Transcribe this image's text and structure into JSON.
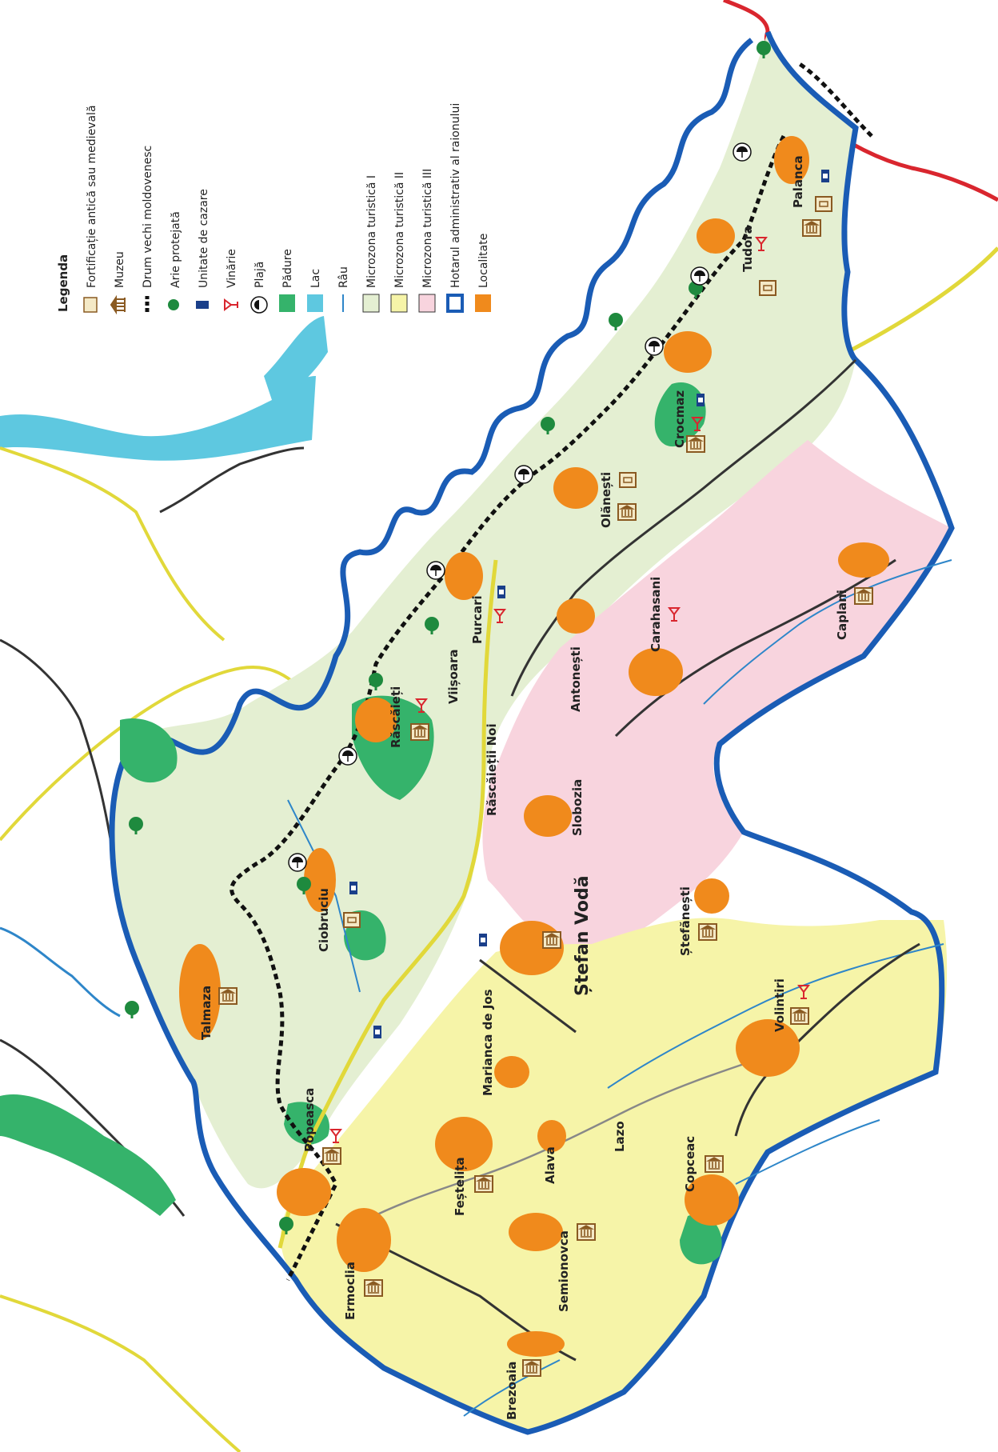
{
  "legend": {
    "title": "Legenda",
    "items": [
      {
        "key": "fortificatie",
        "label": "Fortificație antică sau medievală",
        "icon": "fortification-icon"
      },
      {
        "key": "muzeu",
        "label": "Muzeu",
        "icon": "museum-icon"
      },
      {
        "key": "drum",
        "label": "Drum vechi moldovenesc",
        "icon": "dashed-road-icon"
      },
      {
        "key": "arie",
        "label": "Arie protejată",
        "icon": "tree-icon"
      },
      {
        "key": "cazare",
        "label": "Unitate de cazare",
        "icon": "bed-icon"
      },
      {
        "key": "vinarie",
        "label": "Vinărie",
        "icon": "wine-glass-icon"
      },
      {
        "key": "plaja",
        "label": "Plajă",
        "icon": "beach-umbrella-icon"
      },
      {
        "key": "padure",
        "label": "Pădure",
        "icon": "forest-swatch",
        "color": "#35b36b"
      },
      {
        "key": "lac",
        "label": "Lac",
        "icon": "lake-swatch",
        "color": "#5ec8e0"
      },
      {
        "key": "rau",
        "label": "Râu",
        "icon": "river-line",
        "color": "#2e86c9"
      },
      {
        "key": "mz1",
        "label": "Microzona turistică I",
        "icon": "zone1-swatch",
        "color": "#e4efd2"
      },
      {
        "key": "mz2",
        "label": "Microzona turistică II",
        "icon": "zone2-swatch",
        "color": "#f6f4a8"
      },
      {
        "key": "mz3",
        "label": "Microzona turistică III",
        "icon": "zone3-swatch",
        "color": "#f8d4de"
      },
      {
        "key": "hotar",
        "label": "Hotarul administrativ al raionului",
        "icon": "border-swatch",
        "color": "#1a5cb5"
      },
      {
        "key": "localitate",
        "label": "Localitate",
        "icon": "settlement-swatch",
        "color": "#f08a1c"
      }
    ]
  },
  "towns": [
    {
      "name": "Palanca"
    },
    {
      "name": "Tudora"
    },
    {
      "name": "Crocmaz"
    },
    {
      "name": "Olănești"
    },
    {
      "name": "Caplani"
    },
    {
      "name": "Purcari"
    },
    {
      "name": "Carahasani"
    },
    {
      "name": "Viișoara"
    },
    {
      "name": "Antonești"
    },
    {
      "name": "Răscăieți"
    },
    {
      "name": "Răscăieții Noi"
    },
    {
      "name": "Slobozia"
    },
    {
      "name": "Ștefan Vodă"
    },
    {
      "name": "Ștefănești"
    },
    {
      "name": "Ciobruciu"
    },
    {
      "name": "Talmaza"
    },
    {
      "name": "Volintiri"
    },
    {
      "name": "Marianca de Jos"
    },
    {
      "name": "Popeasca"
    },
    {
      "name": "Feștelița"
    },
    {
      "name": "Alava"
    },
    {
      "name": "Lazo"
    },
    {
      "name": "Copceac"
    },
    {
      "name": "Semionovca"
    },
    {
      "name": "Ermoclia"
    },
    {
      "name": "Brezoaia"
    }
  ],
  "colors": {
    "zone1": "#e4efd2",
    "zone2": "#f6f4a8",
    "zone3": "#f8d4de",
    "border": "#1a5cb5",
    "settlement": "#f08a1c",
    "forest": "#35b36b",
    "lake": "#5ec8e0",
    "river": "#2e86c9",
    "road_main": "#e1d83a",
    "road": "#333333",
    "state_border": "#d9262e"
  }
}
